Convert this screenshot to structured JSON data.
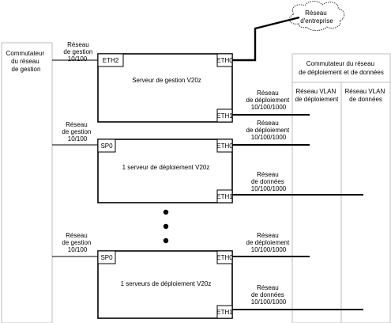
{
  "cloud": {
    "lines": [
      "Réseau",
      "d'entreprise"
    ]
  },
  "mgmt_switch": {
    "lines": [
      "Commutateur",
      "du réseau",
      "de gestion"
    ]
  },
  "data_switch": {
    "title_lines": [
      "Commutateur du réseau",
      "de déploiement et de données"
    ],
    "col1_lines": [
      "Réseau VLAN",
      "de déploiement"
    ],
    "col2_lines": [
      "Réseau VLAN",
      "de données"
    ]
  },
  "server1": {
    "name": "Serveur de gestion V20z",
    "port_left": "ETH2",
    "port_top_right": "ETH0",
    "port_bottom_right": "ETH1",
    "left_link_lines": [
      "Réseau",
      "de gestion",
      "10/100"
    ],
    "eth1_link_lines": [
      "Réseau",
      "de déploiement",
      "10/100/1000"
    ]
  },
  "server2": {
    "name": "1 serveur de déploiement V20z",
    "port_left": "SP0",
    "port_top_right": "ETH0",
    "port_bottom_right": "ETH1",
    "left_link_lines": [
      "Réseau",
      "de gestion",
      "10/100"
    ],
    "eth0_link_lines": [
      "Réseau",
      "de déploiement",
      "10/100/1000"
    ],
    "eth1_link_lines": [
      "Réseau",
      "de données",
      "10/100/1000"
    ]
  },
  "server3": {
    "name": "1 serveurs de déploiement V20z",
    "port_left": "SP0",
    "port_top_right": "ETH0",
    "port_bottom_right": "ETH1",
    "left_link_lines": [
      "Réseau",
      "de gestion",
      "10/100"
    ],
    "eth0_link_lines": [
      "Réseau",
      "de déploiement",
      "10/100/1000"
    ],
    "eth1_link_lines": [
      "Réseau",
      "de données",
      "10/100/1000"
    ]
  }
}
